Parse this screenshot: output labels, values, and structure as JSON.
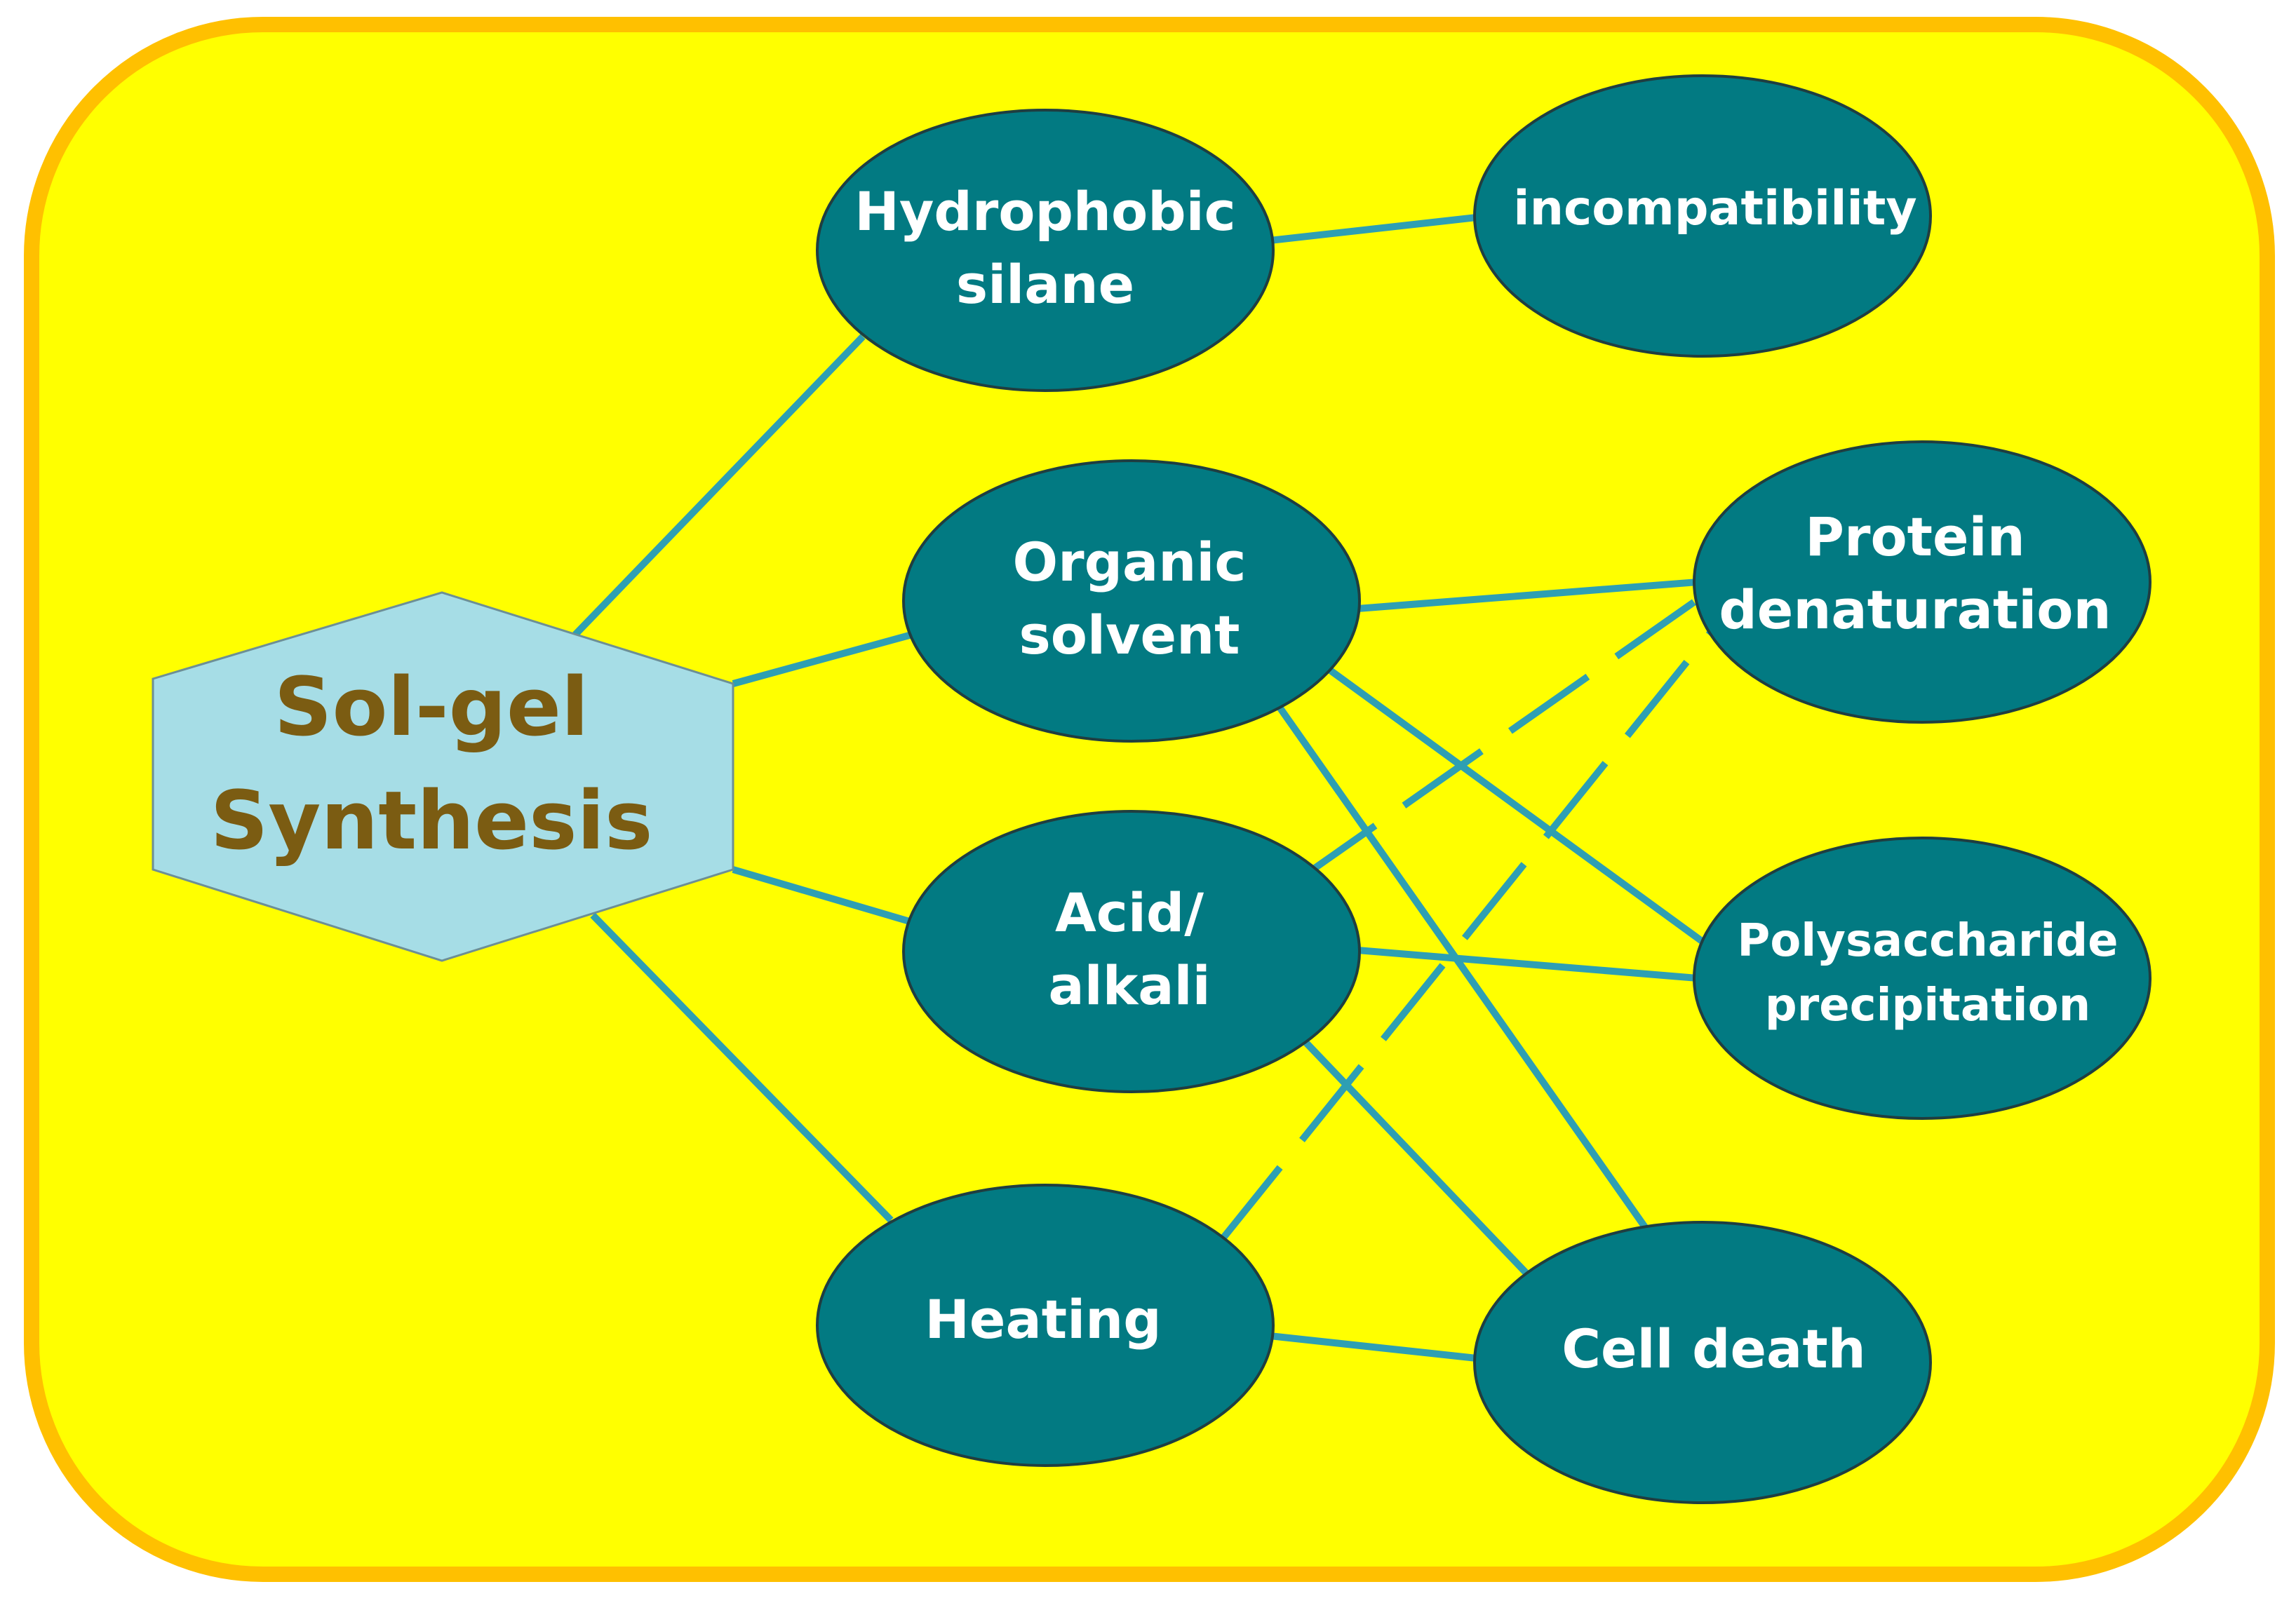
{
  "colors": {
    "background": "#ffff00",
    "frame_border": "#ffc000",
    "hub_fill": "#a6dde6",
    "hub_text": "#7b5c12",
    "node_fill": "#027a82",
    "node_border": "#1f3e40",
    "node_text": "#ffffff",
    "connector": "#2e9fb3"
  },
  "hub": {
    "line1": "Sol-gel",
    "line2": "Synthesis"
  },
  "factors": {
    "hydrophobic_silane": {
      "line1": "Hydrophobic",
      "line2": "silane"
    },
    "organic_solvent": {
      "line1": "Organic",
      "line2": "solvent"
    },
    "acid_alkali": {
      "line1": "Acid/",
      "line2": "alkali"
    },
    "heating": {
      "line1": "Heating"
    }
  },
  "effects": {
    "incompatibility": {
      "line1": "incompatibility"
    },
    "protein_denaturation": {
      "line1": "Protein",
      "line2": "denaturation"
    },
    "polysaccharide_precipitation": {
      "line1": "Polysaccharide",
      "line2": "precipitation"
    },
    "cell_death": {
      "line1": "Cell death"
    }
  }
}
